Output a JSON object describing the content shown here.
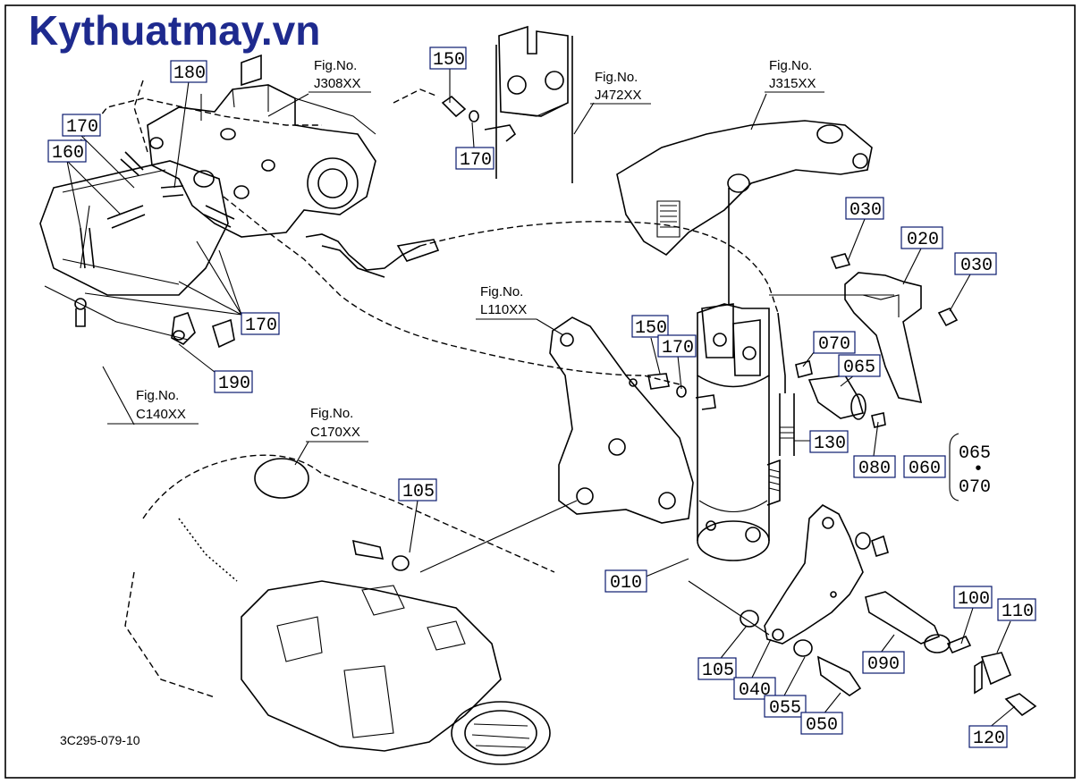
{
  "brand": "Kythuatmay.vn",
  "drawing_code": "3C295-079-10",
  "fig_refs": [
    {
      "line1": "Fig.No.",
      "line2": "J308XX"
    },
    {
      "line1": "Fig.No.",
      "line2": "J472XX"
    },
    {
      "line1": "Fig.No.",
      "line2": "J315XX"
    },
    {
      "line1": "Fig.No.",
      "line2": "L110XX"
    },
    {
      "line1": "Fig.No.",
      "line2": "C140XX"
    },
    {
      "line1": "Fig.No.",
      "line2": "C170XX"
    }
  ],
  "part_labels": [
    "150",
    "180",
    "170",
    "160",
    "170",
    "170",
    "190",
    "150",
    "170",
    "030",
    "020",
    "030",
    "070",
    "065",
    "130",
    "080",
    "060",
    "105",
    "010",
    "100",
    "110",
    "105",
    "040",
    "055",
    "050",
    "090",
    "120"
  ],
  "bracket_group": {
    "top": "065",
    "dot": "•",
    "bottom": "070"
  }
}
